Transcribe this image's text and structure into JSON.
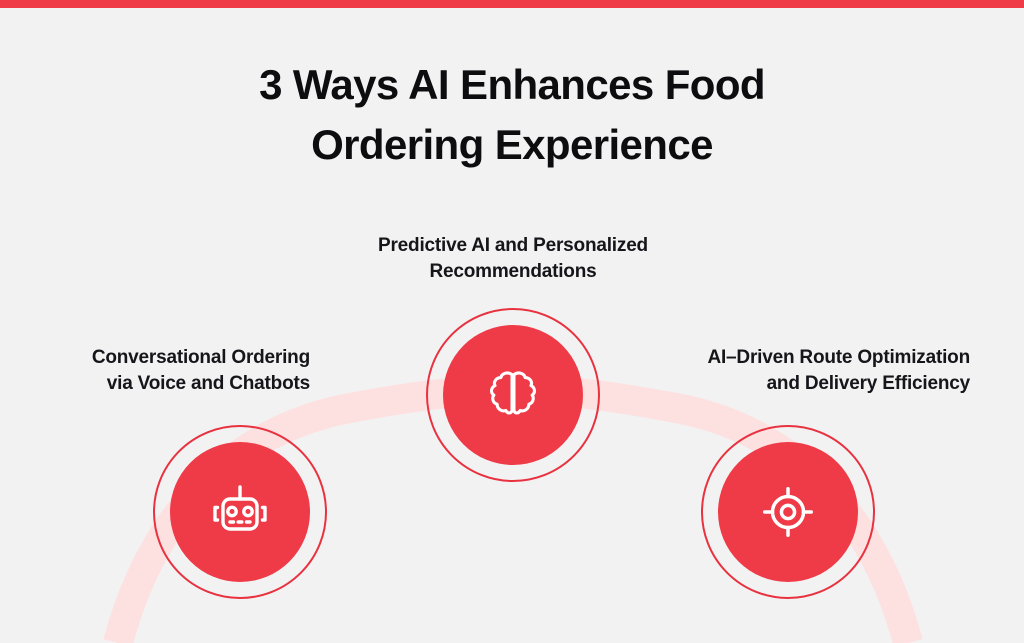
{
  "theme": {
    "background": "#f2f2f3",
    "accent_red": "#ef3a47",
    "ring_red": "#e8323f",
    "arc_pink": "#fde1e1",
    "text_dark": "#15151a"
  },
  "header": {
    "title_line_1": "3 Ways AI Enhances Food",
    "title_line_2": "Ordering Experience"
  },
  "nodes": [
    {
      "id": "conversational-ordering",
      "icon": "robot-icon",
      "label_line_1": "Conversational Ordering",
      "label_line_2": "via Voice and Chatbots"
    },
    {
      "id": "predictive-ai",
      "icon": "brain-icon",
      "label_line_1": "Predictive AI and Personalized",
      "label_line_2": "Recommendations"
    },
    {
      "id": "route-optimization",
      "icon": "target-crosshair-icon",
      "label_line_1": "AI–Driven Route Optimization",
      "label_line_2": "and Delivery Efficiency"
    }
  ]
}
